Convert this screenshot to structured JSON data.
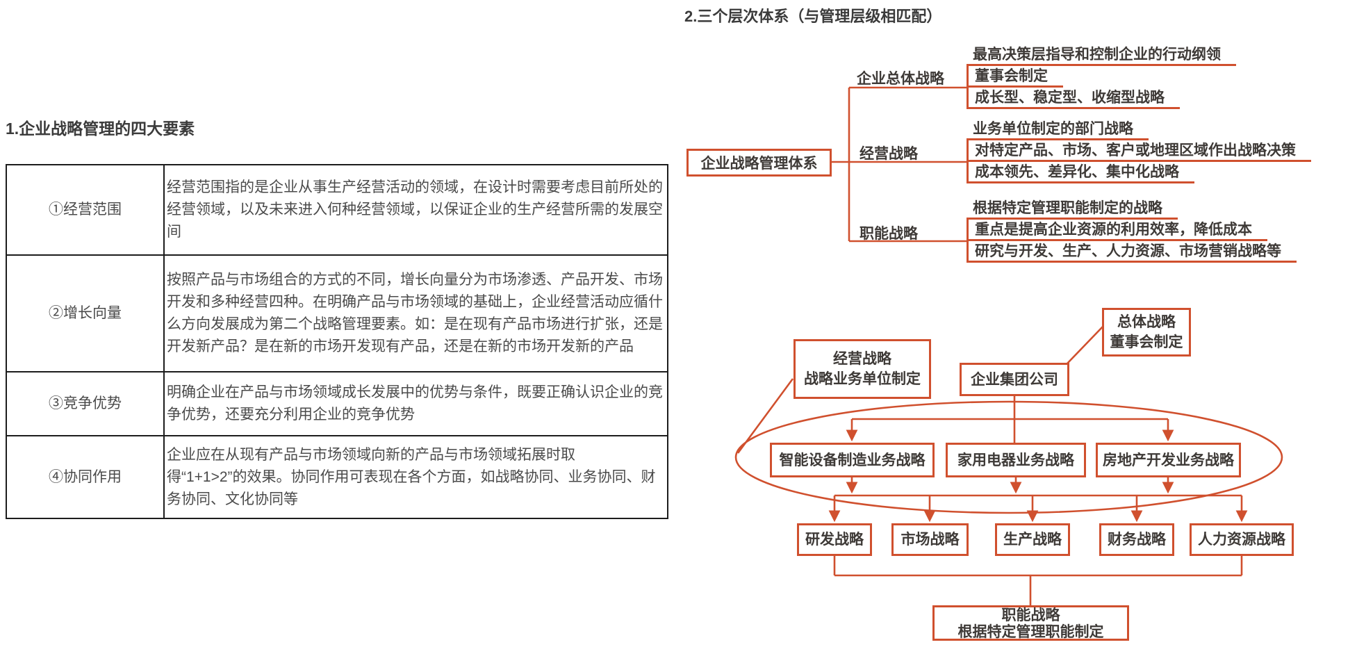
{
  "colors": {
    "accent": "#d0502e",
    "table_border": "#1c1c1c",
    "title_text": "#3b3b3b",
    "table_text": "#4a4a4a",
    "diagram_text": "#3e3a37"
  },
  "section1": {
    "title": "1.企业战略管理的四大要素",
    "table": {
      "rows": [
        {
          "label": "①经营范围",
          "desc": "经营范围指的是企业从事生产经营活动的领域，在设计时需要考虑目前所处的经营领域，以及未来进入何种经营领域，以保证企业的生产经营所需的发展空间"
        },
        {
          "label": "②增长向量",
          "desc": "按照产品与市场组合的方式的不同，增长向量分为市场渗透、产品开发、市场开发和多种经营四种。在明确产品与市场领域的基础上，企业经营活动应循什么方向发展成为第二个战略管理要素。如：是在现有产品市场进行扩张，还是开发新产品？是在新的市场开发现有产品，还是在新的市场开发新的产品"
        },
        {
          "label": "③竞争优势",
          "desc": "明确企业在产品与市场领域成长发展中的优势与条件，既要正确认识企业的竞争优势，还要充分利用企业的竞争优势"
        },
        {
          "label": "④协同作用",
          "desc": "企业应在从现有产品与市场领域向新的产品与市场领域拓展时取\n得“1+1>2”的效果。协同作用可表现在各个方面，如战略协同、业务协同、财务协同、文化协同等"
        }
      ]
    }
  },
  "section2": {
    "title": "2.三个层次体系（与管理层级相匹配）",
    "tree": {
      "root": "企业战略管理体系",
      "branches": [
        {
          "label": "企业总体战略",
          "lines": [
            "最高决策层指导和控制企业的行动纲领",
            "董事会制定",
            "成长型、稳定型、收缩型战略"
          ]
        },
        {
          "label": "经营战略",
          "lines": [
            "业务单位制定的部门战略",
            "对特定产品、市场、客户或地理区域作出战略决策",
            "成本领先、差异化、集中化战略"
          ]
        },
        {
          "label": "职能战略",
          "lines": [
            "根据特定管理职能制定的战略",
            "重点是提高企业资源的利用效率，降低成本",
            "研究与开发、生产、人力资源、市场营销战略等"
          ]
        }
      ]
    },
    "chart": {
      "business_box": {
        "line1": "经营战略",
        "line2": "战略业务单位制定"
      },
      "corporate_box": "企业集团公司",
      "overall_box": {
        "line1": "总体战略",
        "line2": "董事会制定"
      },
      "divisions": [
        "智能设备制造业务战略",
        "家用电器业务战略",
        "房地产开发业务战略"
      ],
      "functions": [
        "研发战略",
        "市场战略",
        "生产战略",
        "财务战略",
        "人力资源战略"
      ],
      "functional_box": {
        "line1": "职能战略",
        "line2": "根据特定管理职能制定"
      }
    }
  }
}
